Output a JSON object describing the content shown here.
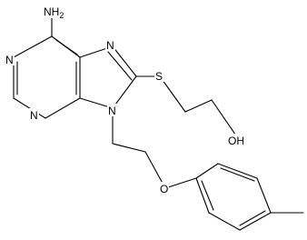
{
  "molecule": {
    "atoms": {
      "amine": "NH2",
      "n1": "N",
      "n3": "N",
      "n7": "N",
      "n9": "N",
      "sulfur": "S",
      "hydroxyl": "OH",
      "ether_oxygen": "O"
    }
  },
  "colors": {
    "bond": "#000000",
    "label": "#000000",
    "background": "#ffffff"
  }
}
